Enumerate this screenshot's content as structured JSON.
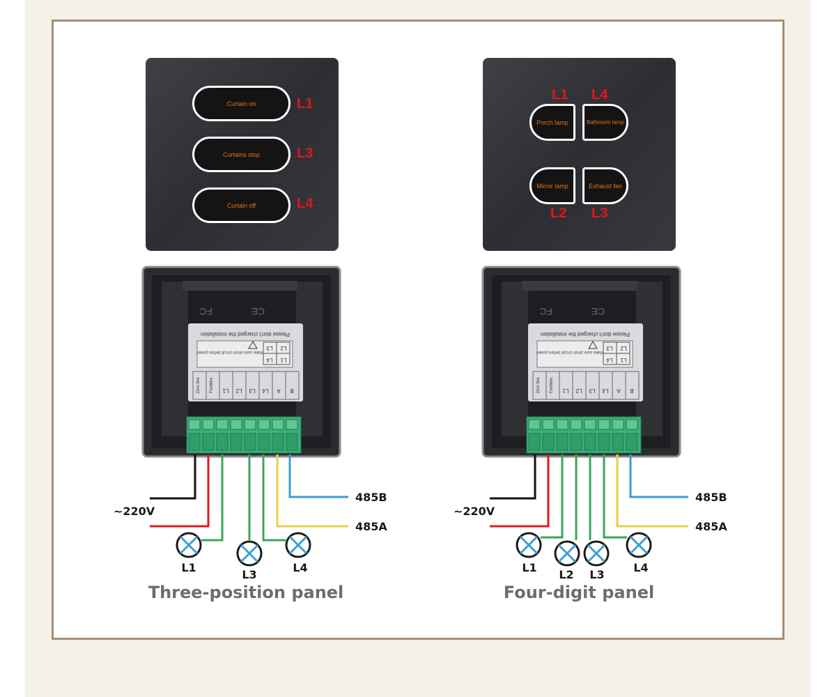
{
  "colors": {
    "accent_red": "#e8141b",
    "wire_black": "#111111",
    "wire_red": "#e8141b",
    "wire_green": "#3aa55a",
    "wire_yellow": "#e8d04a",
    "wire_blue": "#3a9fd6",
    "terminal_green": "#3cae7a",
    "frame_border": "#a68f77",
    "button_text": "#e0731e"
  },
  "left_panel": {
    "caption": "Three-position panel",
    "buttons": [
      {
        "label": "Curtain on",
        "tag": "L1"
      },
      {
        "label": "Curtains stop",
        "tag": "L3"
      },
      {
        "label": "Curtain off",
        "tag": "L4"
      }
    ],
    "terminal_labels": [
      "Zero line",
      "FireWire",
      "L1",
      "L2",
      "L3",
      "L4",
      "A",
      "B"
    ],
    "wiring": {
      "power": "~220V",
      "b_line": "485B",
      "a_line": "485A",
      "lamps": [
        "L1",
        "L3",
        "L4"
      ]
    }
  },
  "right_panel": {
    "caption": "Four-digit panel",
    "buttons": [
      {
        "label": "Porch lamp",
        "tag": "L1"
      },
      {
        "label": "Bathroom lamp",
        "tag": "L4"
      },
      {
        "label": "Mirror  lamp",
        "tag": "L2"
      },
      {
        "label": "Exhaust fan",
        "tag": "L3"
      }
    ],
    "terminal_labels": [
      "Zero line",
      "FireWire",
      "L1",
      "L2",
      "L3",
      "L4",
      "A",
      "B"
    ],
    "wiring": {
      "power": "~220V",
      "b_line": "485B",
      "a_line": "485A",
      "lamps": [
        "L1",
        "L2",
        "L3",
        "L4"
      ]
    }
  },
  "module_text": {
    "notice": "Please don't charged the installation",
    "warning": "Make sure short circuit before power",
    "fcc": "FC",
    "ce": "CE",
    "legend": [
      "L1",
      "L2",
      "L3",
      "L4"
    ]
  }
}
